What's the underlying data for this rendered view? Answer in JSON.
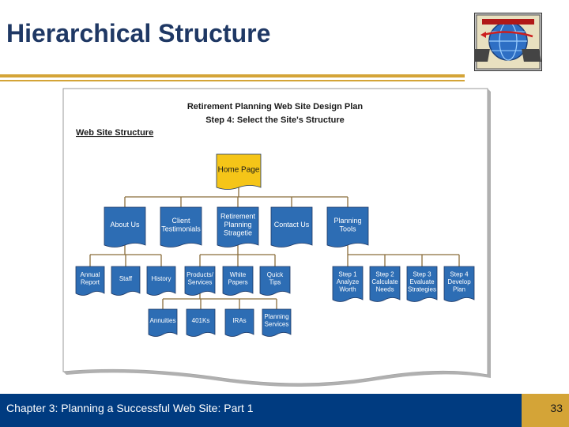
{
  "slide": {
    "title": "Hierarchical Structure",
    "footer_text": "Chapter 3: Planning a Successful Web Site: Part 1",
    "page_number": "33"
  },
  "diagram": {
    "title": "Retirement Planning Web Site Design Plan",
    "subtitle": "Step 4: Select the Site's Structure",
    "section_label": "Web Site Structure",
    "root": "Home Page",
    "level1": [
      [
        "About Us"
      ],
      [
        "Client",
        "Testimonials"
      ],
      [
        "Retirement",
        "Planning",
        "Stragetie"
      ],
      [
        "Contact Us"
      ],
      [
        "Planning",
        "Tools"
      ]
    ],
    "about_children": [
      [
        "Annual",
        "Report"
      ],
      [
        "Staff"
      ],
      [
        "History"
      ]
    ],
    "strategy_children": [
      [
        "Products/",
        "Services"
      ],
      [
        "White",
        "Papers"
      ],
      [
        "Quick",
        "Tips"
      ]
    ],
    "tools_children": [
      [
        "Step 1",
        "Analyze",
        "Worth"
      ],
      [
        "Step 2",
        "Calculate",
        "Needs"
      ],
      [
        "Step 3",
        "Evaluate",
        "Strategies"
      ],
      [
        "Step 4",
        "Develop",
        "Plan"
      ]
    ],
    "products_children": [
      [
        "Annuities"
      ],
      [
        "401Ks"
      ],
      [
        "IRAs"
      ],
      [
        "Planning",
        "Services"
      ]
    ]
  },
  "colors": {
    "title": "#1f3864",
    "gold": "#d4a437",
    "footer_blue": "#003b80",
    "node_blue": "#2d6db4",
    "root_yellow": "#f5c518",
    "connector": "#8a6d3b"
  },
  "icons": {
    "logo": "web-globe-computers-icon"
  }
}
